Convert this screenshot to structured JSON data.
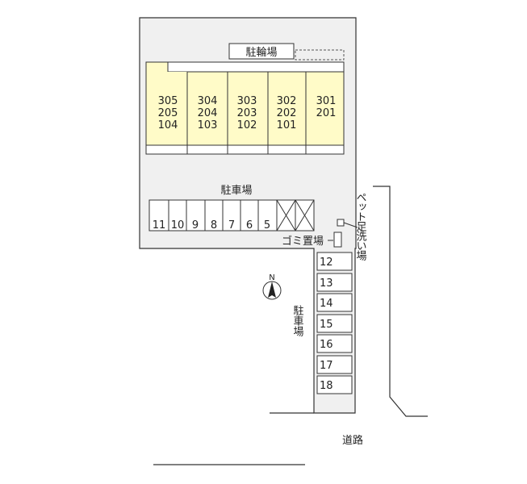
{
  "labels": {
    "bicycle_parking": "駐輪場",
    "parking_top": "駐車場",
    "parking_side": "駐車場",
    "garbage": "ゴミ置場",
    "pet_footwash": "ペット足洗い場",
    "road": "道路",
    "north": "N"
  },
  "buildings": [
    {
      "units": [
        "305",
        "205",
        "104"
      ]
    },
    {
      "units": [
        "304",
        "204",
        "103"
      ]
    },
    {
      "units": [
        "303",
        "203",
        "102"
      ]
    },
    {
      "units": [
        "302",
        "202",
        "101"
      ]
    },
    {
      "units": [
        "301",
        "201"
      ]
    }
  ],
  "parking_row": [
    "11",
    "10",
    "9",
    "8",
    "7",
    "6",
    "5"
  ],
  "parking_column": [
    "12",
    "13",
    "14",
    "15",
    "16",
    "17",
    "18"
  ],
  "colors": {
    "lot": "#f0f0f0",
    "building_fill": "#fffbc8",
    "outline": "#333333"
  }
}
